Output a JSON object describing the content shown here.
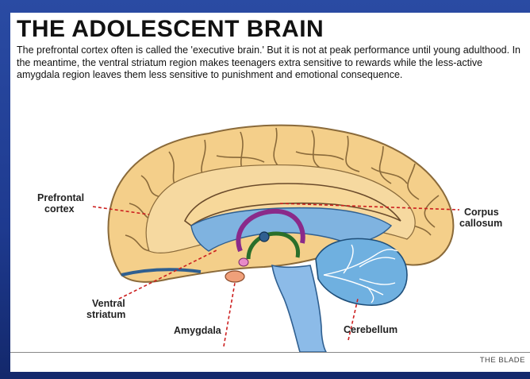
{
  "title": "THE ADOLESCENT BRAIN",
  "intro": "The prefrontal cortex often is called the 'executive brain.' But it is not at peak performance until young adulthood. In the meantime, the ventral striatum region makes teenagers extra sensitive to rewards while the less-active amygdala region leaves them less sensitive to punishment and emotional consequence.",
  "labels": {
    "prefrontal_cortex": [
      "Prefrontal",
      "cortex"
    ],
    "corpus_callosum": [
      "Corpus",
      "callosum"
    ],
    "ventral_striatum": [
      "Ventral",
      "striatum"
    ],
    "amygdala": "Amygdala",
    "cerebellum": "Cerebellum"
  },
  "credit": "THE BLADE",
  "colors": {
    "frame": "#1f3a8a",
    "cortex": "#f4cf8a",
    "cortex_outline": "#8a6a3a",
    "callosum": "#f7d89a",
    "ventricle": "#7fb3e0",
    "brainstem": "#8cbbe8",
    "striatum_arc": "#8a2a8a",
    "thalamus_arc": "#2a6f2a",
    "amygdala": "#f0a07a",
    "pointer": "#cc1f1f"
  }
}
